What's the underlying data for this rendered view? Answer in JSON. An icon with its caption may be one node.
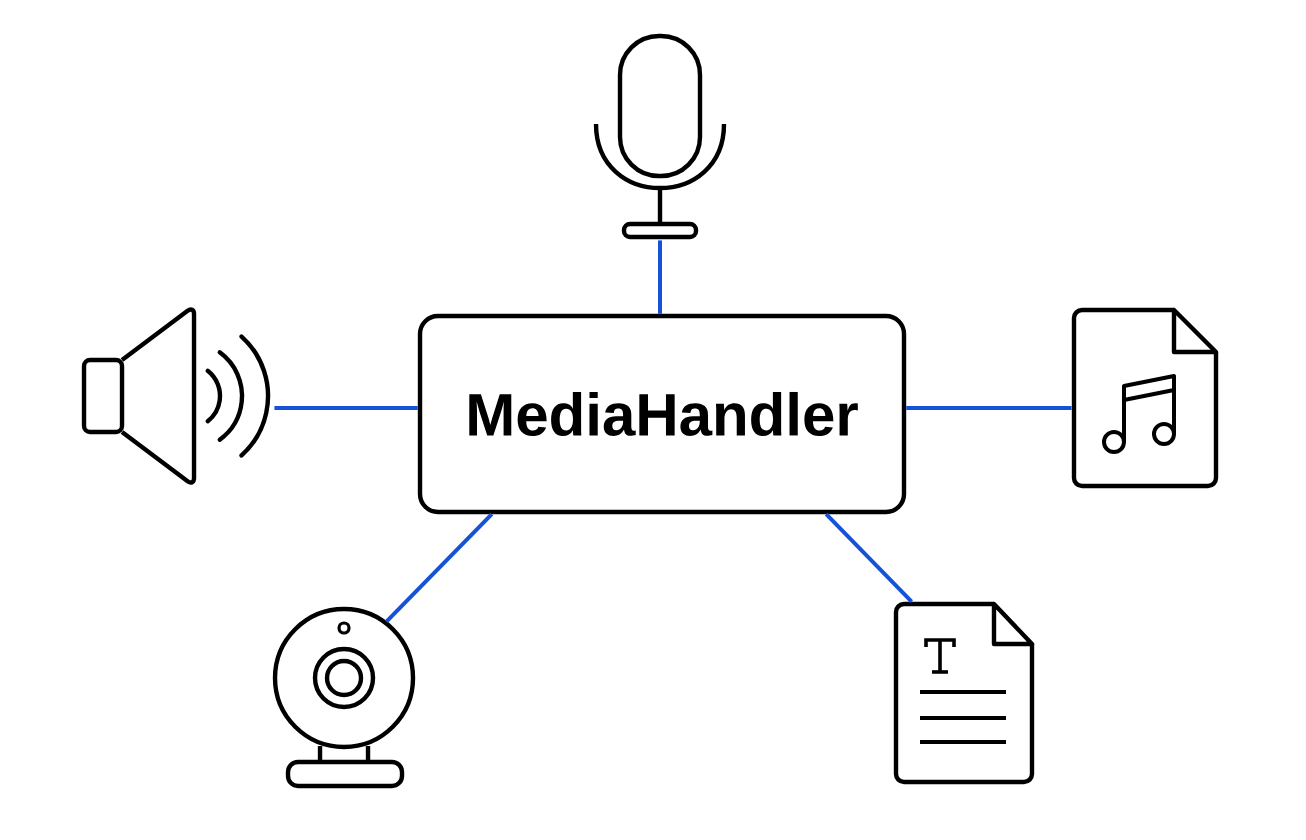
{
  "diagram": {
    "nodes": [
      {
        "text": [],
        "shape": "picture"
      },
      {
        "text": [],
        "shape": "picture"
      },
      {
        "text": [
          "MediaHandler"
        ]
      },
      {
        "text": [],
        "shape": "picture"
      },
      {
        "text": [],
        "shape": "picture"
      },
      {
        "text": [],
        "shape": "picture"
      }
    ],
    "edges": [
      {
        "from": 2,
        "to": 0,
        "arrow": "none"
      },
      {
        "from": 1,
        "to": 2,
        "arrow": "none"
      },
      {
        "from": 2,
        "to": 3,
        "arrow": "none"
      },
      {
        "from": 2,
        "to": 4,
        "arrow": "none"
      },
      {
        "from": 2,
        "to": 5,
        "arrow": "none"
      }
    ]
  }
}
